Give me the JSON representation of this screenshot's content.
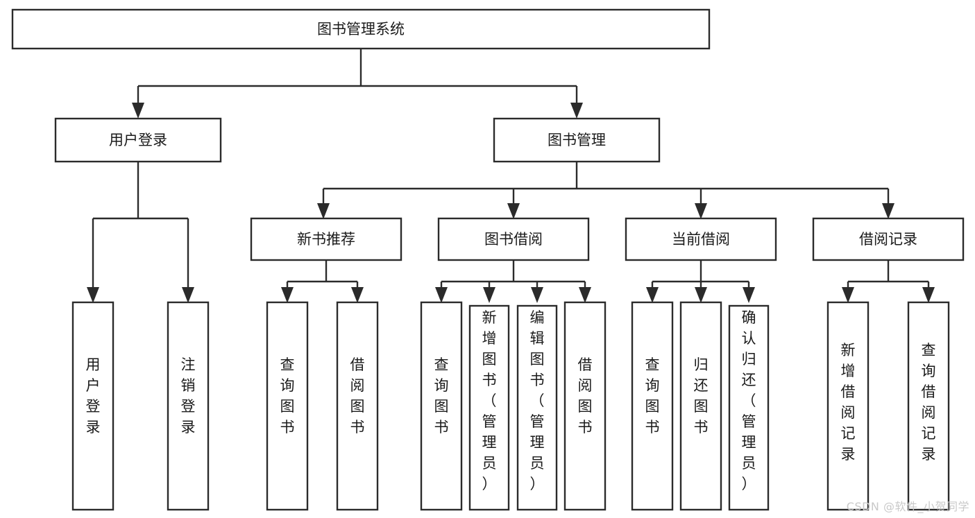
{
  "diagram": {
    "type": "tree-hierarchy-functional-decomposition",
    "title": "图书管理系统",
    "watermark": "CSDN @软件_小贺同学",
    "colors": {
      "stroke": "#2b2b2b",
      "box_fill": "#ffffff",
      "text": "#1a1a1a",
      "background": "#ffffff",
      "watermark": "#c9c9c9"
    },
    "levels": [
      {
        "level": 1,
        "nodes": [
          {
            "id": "root",
            "label": "图书管理系统",
            "orientation": "horizontal"
          }
        ]
      },
      {
        "level": 2,
        "nodes": [
          {
            "id": "user-login",
            "label": "用户登录",
            "orientation": "horizontal",
            "parent": "root"
          },
          {
            "id": "book-manage",
            "label": "图书管理",
            "orientation": "horizontal",
            "parent": "root"
          }
        ]
      },
      {
        "level": 3,
        "nodes": [
          {
            "id": "new-book-recommend",
            "label": "新书推荐",
            "orientation": "horizontal",
            "parent": "book-manage"
          },
          {
            "id": "book-borrow",
            "label": "图书借阅",
            "orientation": "horizontal",
            "parent": "book-manage"
          },
          {
            "id": "current-borrow",
            "label": "当前借阅",
            "orientation": "horizontal",
            "parent": "book-manage"
          },
          {
            "id": "borrow-record",
            "label": "借阅记录",
            "orientation": "horizontal",
            "parent": "book-manage"
          }
        ]
      },
      {
        "level": 4,
        "nodes": [
          {
            "id": "leaf-user-login",
            "label": "用户登录",
            "orientation": "vertical",
            "parent": "user-login"
          },
          {
            "id": "leaf-logout-login",
            "label": "注销登录",
            "orientation": "vertical",
            "parent": "user-login"
          },
          {
            "id": "leaf-query-book-1",
            "label": "查询图书",
            "orientation": "vertical",
            "parent": "new-book-recommend"
          },
          {
            "id": "leaf-borrow-book-1",
            "label": "借阅图书",
            "orientation": "vertical",
            "parent": "new-book-recommend"
          },
          {
            "id": "leaf-query-book-2",
            "label": "查询图书",
            "orientation": "vertical",
            "parent": "book-borrow"
          },
          {
            "id": "leaf-add-book",
            "label": "新增图书（管理员）",
            "orientation": "vertical",
            "parent": "book-borrow"
          },
          {
            "id": "leaf-edit-book",
            "label": "编辑图书（管理员）",
            "orientation": "vertical",
            "parent": "book-borrow"
          },
          {
            "id": "leaf-borrow-book-2",
            "label": "借阅图书",
            "orientation": "vertical",
            "parent": "book-borrow"
          },
          {
            "id": "leaf-query-book-3",
            "label": "查询图书",
            "orientation": "vertical",
            "parent": "current-borrow"
          },
          {
            "id": "leaf-return-book",
            "label": "归还图书",
            "orientation": "vertical",
            "parent": "current-borrow"
          },
          {
            "id": "leaf-confirm-return",
            "label": "确认归还（管理员）",
            "orientation": "vertical",
            "parent": "current-borrow"
          },
          {
            "id": "leaf-add-record",
            "label": "新增借阅记录",
            "orientation": "vertical",
            "parent": "borrow-record"
          },
          {
            "id": "leaf-query-record",
            "label": "查询借阅记录",
            "orientation": "vertical",
            "parent": "borrow-record"
          }
        ]
      }
    ]
  }
}
